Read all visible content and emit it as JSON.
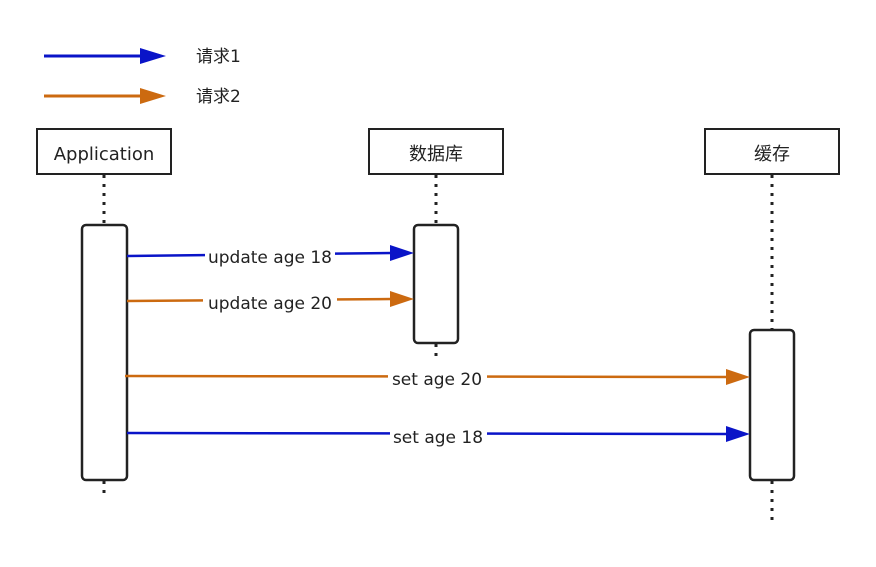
{
  "legend": {
    "items": [
      {
        "label": "请求1",
        "color": "#0a14c8"
      },
      {
        "label": "请求2",
        "color": "#cc6a10"
      }
    ]
  },
  "participants": [
    {
      "label": "Application"
    },
    {
      "label": "数据库"
    },
    {
      "label": "缓存"
    }
  ],
  "messages": [
    {
      "label": "update age 18",
      "from": 0,
      "to": 1,
      "request": 0
    },
    {
      "label": "update age 20",
      "from": 0,
      "to": 1,
      "request": 1
    },
    {
      "label": "set age 20",
      "from": 0,
      "to": 2,
      "request": 1
    },
    {
      "label": "set age 18",
      "from": 0,
      "to": 2,
      "request": 0
    }
  ]
}
